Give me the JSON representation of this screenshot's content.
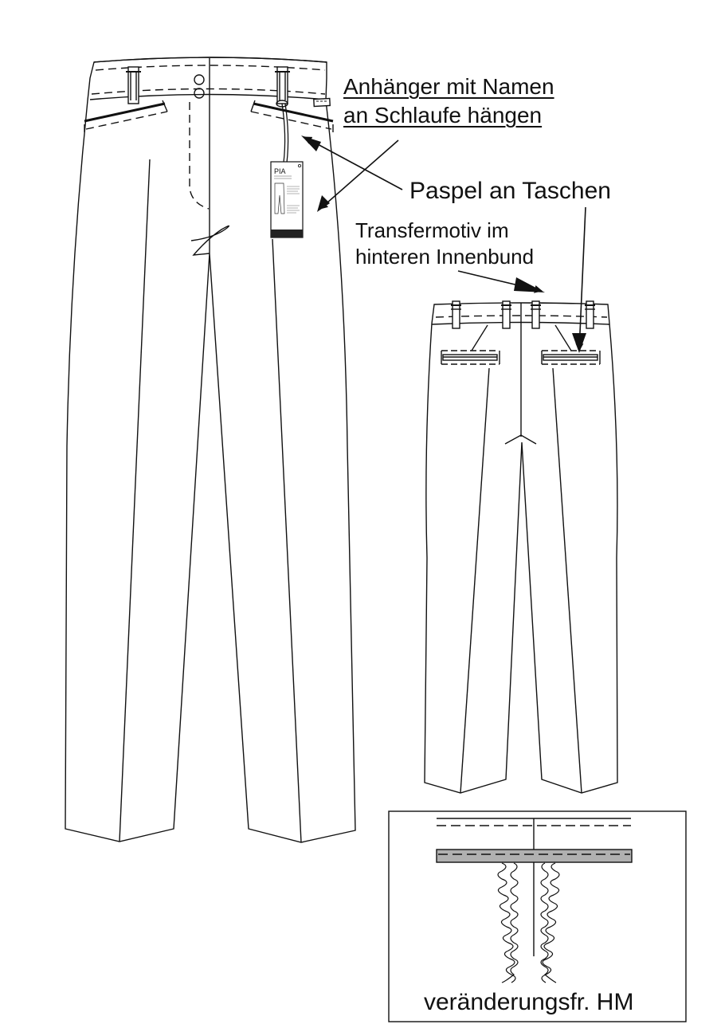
{
  "annotations": {
    "hangtag_line1": "Anhänger mit Namen",
    "hangtag_line2": "an Schlaufe hängen",
    "piping": "Paspel an Taschen",
    "transfer_line1": "Transfermotiv im",
    "transfer_line2": "hinteren Innenbund",
    "detail_caption": "veränderungsfr. HM"
  },
  "hangtag": {
    "brand": "PIA"
  },
  "colors": {
    "line": "#111111",
    "fill": "#ffffff",
    "band_grey": "#b0b0b0"
  }
}
